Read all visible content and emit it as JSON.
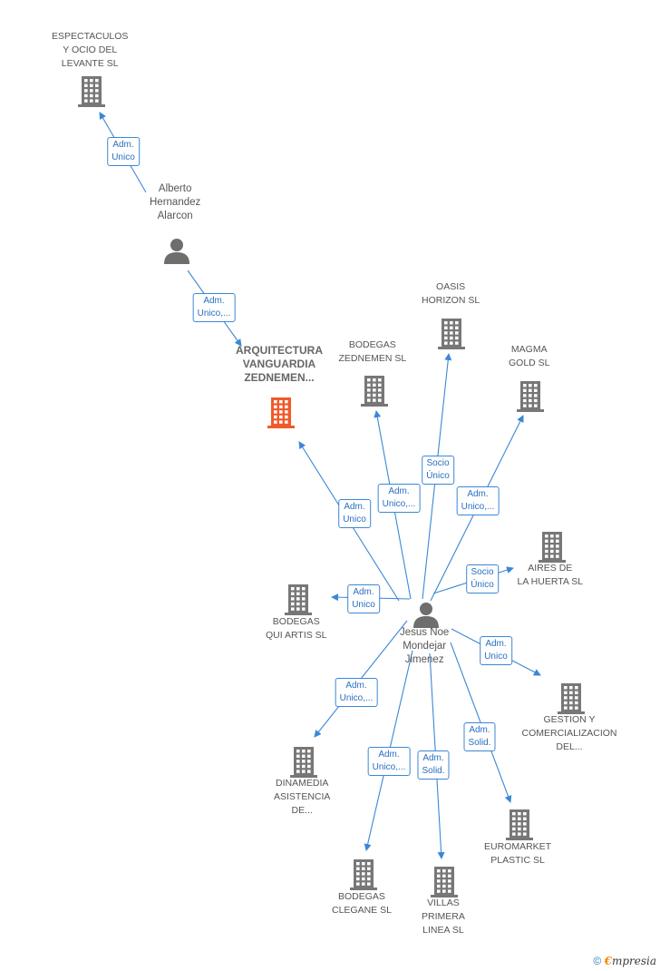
{
  "colors": {
    "edge": "#3b87d6",
    "company_icon": "#777777",
    "focus_icon": "#f05a28",
    "person_icon": "#6e6e6e"
  },
  "nodes": [
    {
      "id": "espectaculos",
      "kind": "company",
      "lines": [
        "ESPECTACULOS",
        "Y OCIO DEL",
        "LEVANTE  SL"
      ]
    },
    {
      "id": "alberto",
      "kind": "person",
      "lines": [
        "Alberto",
        "Hernandez",
        "Alarcon"
      ]
    },
    {
      "id": "arquitectura",
      "kind": "focus",
      "lines": [
        "ARQUITECTURA",
        "VANGUARDIA",
        "ZEDNEMEN..."
      ]
    },
    {
      "id": "bodegas_zednemen",
      "kind": "company",
      "lines": [
        "BODEGAS",
        "ZEDNEMEN  SL"
      ]
    },
    {
      "id": "oasis",
      "kind": "company",
      "lines": [
        "OASIS",
        "HORIZON  SL"
      ]
    },
    {
      "id": "magma",
      "kind": "company",
      "lines": [
        "MAGMA",
        "GOLD  SL"
      ]
    },
    {
      "id": "aires",
      "kind": "company",
      "lines": [
        "AIRES DE",
        "LA HUERTA  SL"
      ]
    },
    {
      "id": "bodegas_qui",
      "kind": "company",
      "lines": [
        "BODEGAS",
        "QUI ARTIS  SL"
      ]
    },
    {
      "id": "jesus",
      "kind": "person",
      "lines": [
        "Jesus Noe",
        "Mondejar",
        "Jimenez"
      ]
    },
    {
      "id": "gestion",
      "kind": "company",
      "lines": [
        "GESTION Y",
        "COMERCIALIZACION",
        "DEL..."
      ]
    },
    {
      "id": "dinamedia",
      "kind": "company",
      "lines": [
        "DINAMEDIA",
        "ASISTENCIA",
        "DE..."
      ]
    },
    {
      "id": "euromarket",
      "kind": "company",
      "lines": [
        "EUROMARKET",
        "PLASTIC  SL"
      ]
    },
    {
      "id": "bodegas_clegane",
      "kind": "company",
      "lines": [
        "BODEGAS",
        "CLEGANE  SL"
      ]
    },
    {
      "id": "villas",
      "kind": "company",
      "lines": [
        "VILLAS",
        "PRIMERA",
        "LINEA  SL"
      ]
    }
  ],
  "edges": [
    {
      "from": "alberto",
      "to": "espectaculos",
      "lines": [
        "Adm.",
        "Unico"
      ]
    },
    {
      "from": "alberto",
      "to": "arquitectura",
      "lines": [
        "Adm.",
        "Unico,..."
      ]
    },
    {
      "from": "jesus",
      "to": "arquitectura",
      "lines": [
        "Adm.",
        "Unico"
      ]
    },
    {
      "from": "jesus",
      "to": "bodegas_zednemen",
      "lines": [
        "Adm.",
        "Unico,..."
      ]
    },
    {
      "from": "jesus",
      "to": "oasis",
      "lines": [
        "Socio",
        "Único"
      ]
    },
    {
      "from": "jesus",
      "to": "magma",
      "lines": [
        "Adm.",
        "Unico,..."
      ]
    },
    {
      "from": "jesus",
      "to": "aires",
      "lines": [
        "Socio",
        "Único"
      ]
    },
    {
      "from": "jesus",
      "to": "bodegas_qui",
      "lines": [
        "Adm.",
        "Unico"
      ]
    },
    {
      "from": "jesus",
      "to": "gestion",
      "lines": [
        "Adm.",
        "Unico"
      ]
    },
    {
      "from": "jesus",
      "to": "dinamedia",
      "lines": [
        "Adm.",
        "Unico,..."
      ]
    },
    {
      "from": "jesus",
      "to": "euromarket",
      "lines": [
        "Adm.",
        "Solid."
      ]
    },
    {
      "from": "jesus",
      "to": "bodegas_clegane",
      "lines": [
        "Adm.",
        "Unico,..."
      ]
    },
    {
      "from": "jesus",
      "to": "villas",
      "lines": [
        "Adm.",
        "Solid."
      ]
    }
  ],
  "footer": {
    "copyright": "©",
    "brand_initial": "€",
    "brand_rest": "mpresia"
  }
}
